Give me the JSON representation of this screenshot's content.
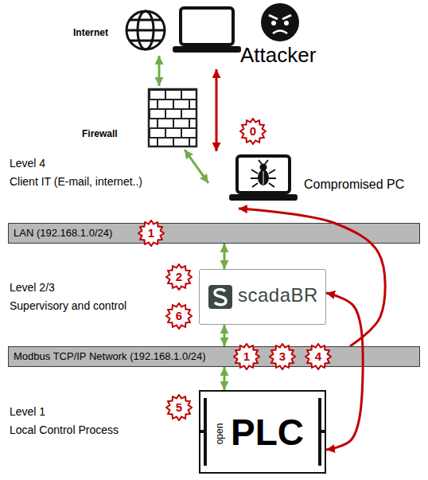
{
  "diagram": {
    "nodes": [
      {
        "text": [
          "Internet"
        ]
      },
      {
        "text": [
          "Attacker"
        ]
      },
      {
        "text": [
          "Firewall"
        ]
      },
      {
        "text": [
          "Compromised PC"
        ]
      },
      {
        "text": [
          "LAN (192.168.1.0/24)"
        ]
      },
      {
        "text": [
          "scadaBR"
        ]
      },
      {
        "text": [
          "Modbus TCP/IP Network (192.168.1.0/24)"
        ]
      },
      {
        "text": [
          "open",
          "PLC"
        ]
      }
    ],
    "edges": [
      {
        "from": 0,
        "to": 2,
        "arrow": "both"
      },
      {
        "from": 1,
        "to": 3,
        "arrow": "both"
      },
      {
        "from": 2,
        "to": 3,
        "arrow": "both"
      },
      {
        "from": 4,
        "to": 5,
        "arrow": "both"
      },
      {
        "from": 5,
        "to": 6,
        "arrow": "both"
      },
      {
        "from": 6,
        "to": 7,
        "arrow": "both"
      },
      {
        "from": 6,
        "to": 3,
        "arrow": "to"
      },
      {
        "from": 5,
        "to": 7,
        "arrow": "both"
      }
    ],
    "labels": [
      "0",
      "Level 4",
      "Client IT (E-mail, internet..)",
      "1",
      "2",
      "Level 2/3",
      "Supervisory and control",
      "6",
      "1",
      "3",
      "4",
      "5",
      "Level 1",
      "Local Control Process"
    ]
  }
}
